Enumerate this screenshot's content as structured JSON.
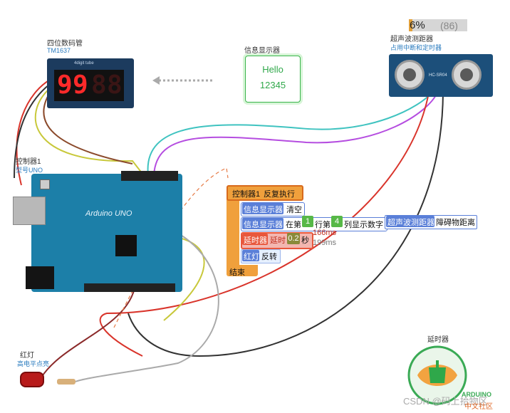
{
  "progress": {
    "percent_label": "6%",
    "count_label": "(86)",
    "fraction": 0.06
  },
  "seg_display": {
    "title": "四位数码管",
    "subtitle": "TM1637",
    "header_text": "4digit tube",
    "digits": [
      "9",
      "9",
      "8",
      "8"
    ]
  },
  "info_display": {
    "title": "信息显示器",
    "line1": "Hello",
    "line2": "12345"
  },
  "ultrasonic": {
    "title": "超声波测距器",
    "subtitle": "占用中断和定时器",
    "chip_label": "HC-SR04"
  },
  "controller": {
    "title": "控制器1",
    "subtitle": "型号UNO",
    "board_text": "Arduino",
    "board_model": "UNO"
  },
  "led": {
    "title": "红灯",
    "subtitle": "高电平点亮"
  },
  "delay_sprite": {
    "title": "延时器"
  },
  "code": {
    "loop_header_a": "控制器1",
    "loop_header_b": "反复执行",
    "row1_target": "信息显示器",
    "row1_action": "清空",
    "row2_target": "信息显示器",
    "row2_at": "在第",
    "row2_row_val": "1",
    "row2_row_label": "行第",
    "row2_col_val": "4",
    "row2_col_label": "列显示数字",
    "row2_sensor": "超声波测距器",
    "row2_sensor_prop": "障碍物距离",
    "row3_target": "延时器",
    "row3_action": "延时",
    "row3_value": "0.2",
    "row3_unit": "秒",
    "timing1": "166ms",
    "timing2": "199ms",
    "row4_target": "红灯",
    "row4_action": "反转",
    "end_label": "结束"
  },
  "watermark": {
    "text": "CSDN @码上拾物区",
    "logo_text": "ARDUINO",
    "logo_sub": "中文社区"
  },
  "colors": {
    "board": "#1c7fa8",
    "block_orange": "#f0a03c",
    "block_blue": "#5a7fd8",
    "green": "#57b847"
  }
}
